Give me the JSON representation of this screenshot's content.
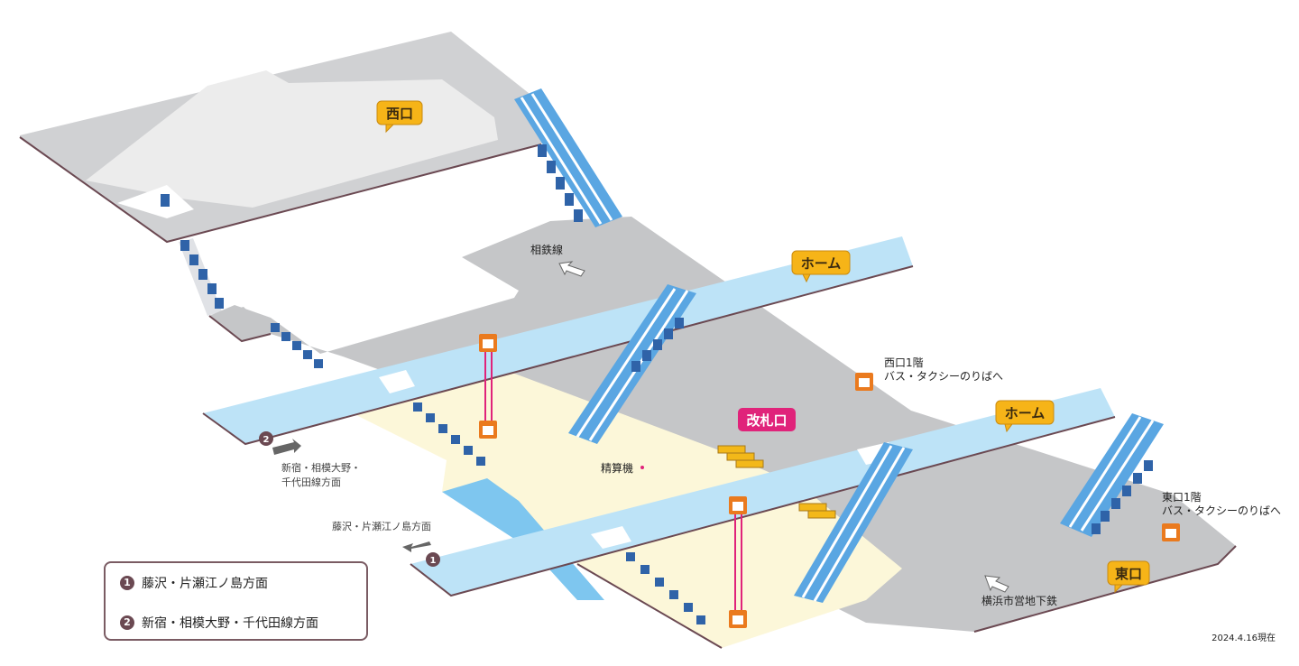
{
  "callouts": {
    "west_exit": "西口",
    "home_upper": "ホーム",
    "home_lower": "ホーム",
    "east_exit": "東口",
    "ticket_gate": "改札口"
  },
  "labels": {
    "sotetsu": "相鉄線",
    "fare_adjustment": "精算機",
    "west_1f_line1": "西口1階",
    "west_1f_line2": "バス・タクシーのりばへ",
    "east_1f_line1": "東口1階",
    "east_1f_line2": "バス・タクシーのりばへ",
    "subway": "横浜市営地下鉄",
    "dir2_line1": "新宿・相模大野・",
    "dir2_line2": "千代田線方面",
    "dir1": "藤沢・片瀬江ノ島方面",
    "platform_marker_1": "1",
    "platform_marker_2": "2"
  },
  "legend": [
    {
      "num": "1",
      "text": "藤沢・片瀬江ノ島方面"
    },
    {
      "num": "2",
      "text": "新宿・相模大野・千代田線方面"
    }
  ],
  "date_note": "2024.4.16現在",
  "colors": {
    "floor_gray": "#c8c9cb",
    "floor_light": "#e6e6e6",
    "platform": "#bde3f7",
    "platform_edge": "#6fb7e6",
    "paid_area": "#fdf9dc",
    "escalator": "#5aa6e2",
    "stairs": "#2f63a8",
    "callout_fill": "#f6b418",
    "gate_fill": "#e0237a",
    "elevator": "#ea7a1e",
    "border": "#6b4952"
  }
}
